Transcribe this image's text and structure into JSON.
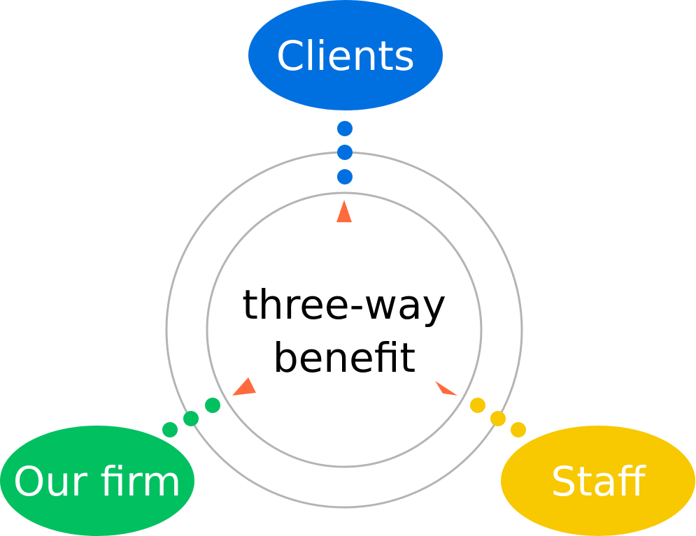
{
  "center": {
    "line1": "three-way",
    "line2": "benefit"
  },
  "nodes": {
    "clients": {
      "label": "Clients",
      "color": "#0070E0"
    },
    "our_firm": {
      "label": "Our firm",
      "color": "#00C060"
    },
    "staff": {
      "label": "Staff",
      "color": "#F8C800"
    }
  },
  "colors": {
    "ring": "#B4B4B4",
    "arrow": "#FF6A3D",
    "center_text": "#000000",
    "node_text": "#FFFFFF"
  }
}
